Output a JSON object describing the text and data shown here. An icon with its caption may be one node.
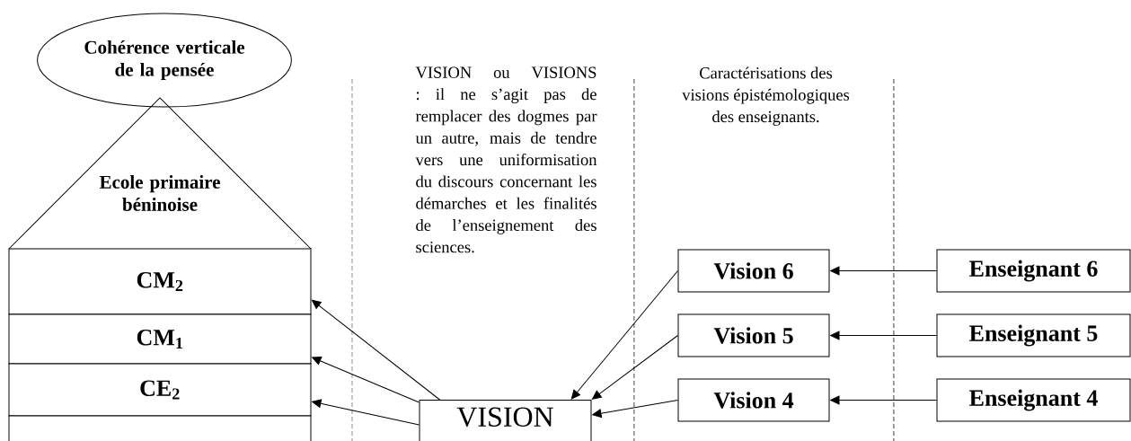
{
  "diagram": {
    "nodes": [
      {
        "text": [
          "Cohérence verticale de la pensée"
        ]
      },
      {
        "text": [
          "Ecole primaire béninoise"
        ]
      },
      {
        "text": [
          "CM$_{2}$"
        ]
      },
      {
        "text": [
          "CM$_{1}$"
        ]
      },
      {
        "text": [
          "CE$_{2}$"
        ]
      },
      {
        "text": [],
        "shape": "box"
      },
      {
        "text": [
          "VISION"
        ]
      },
      {
        "text": [
          "Vision 6"
        ]
      },
      {
        "text": [
          "Vision 5"
        ]
      },
      {
        "text": [
          "Vision 4"
        ]
      },
      {
        "text": [
          "Enseignant 6"
        ]
      },
      {
        "text": [
          "Enseignant 5"
        ]
      },
      {
        "text": [
          "Enseignant 4"
        ]
      }
    ],
    "edges": [
      {
        "from": 6,
        "to": 2,
        "arrow": "to"
      },
      {
        "from": 6,
        "to": 3,
        "arrow": "to"
      },
      {
        "from": 6,
        "to": 4,
        "arrow": "to"
      },
      {
        "from": 7,
        "to": 6,
        "arrow": "to"
      },
      {
        "from": 8,
        "to": 6,
        "arrow": "to"
      },
      {
        "from": 9,
        "to": 6,
        "arrow": "to"
      },
      {
        "from": 10,
        "to": 7,
        "arrow": "to"
      },
      {
        "from": 11,
        "to": 8,
        "arrow": "to"
      },
      {
        "from": 12,
        "to": 9,
        "arrow": "to"
      }
    ],
    "labels": [
      "VISION ou VISIONS : il ne s’agit pas de remplacer des dogmes par un autre, mais de tendre vers une uniformisation du discours concernant les démarches et les finalités de l’enseignement des sciences.",
      "Caractérisations des visions épistémologiques des enseignants."
    ]
  }
}
